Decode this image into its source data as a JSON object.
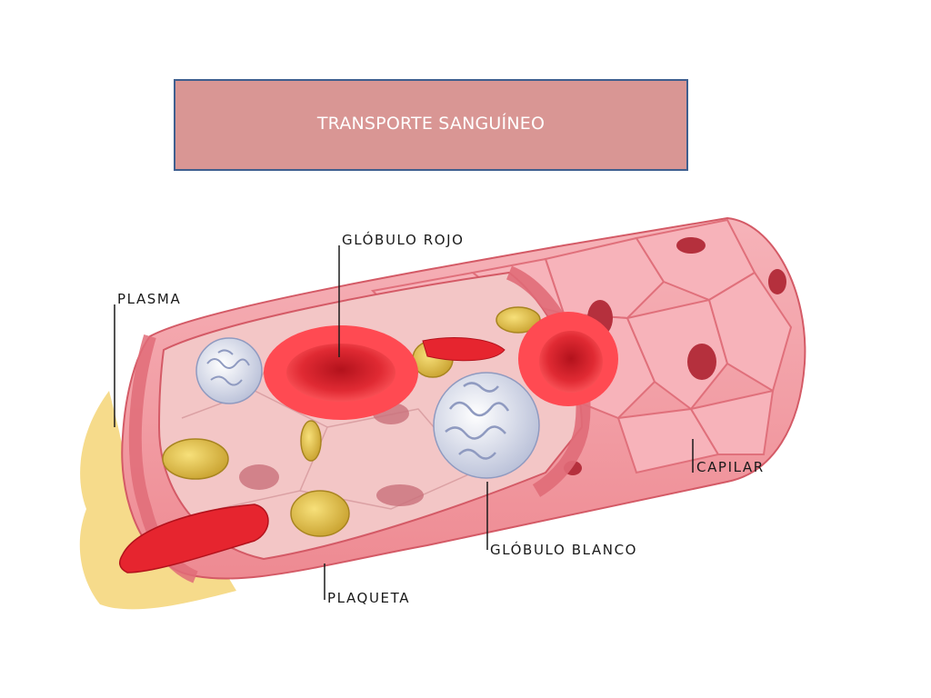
{
  "title": "TRANSPORTE SANGUÍNEO",
  "colors": {
    "title_fill": "#d99694",
    "title_border": "#3f5f8f",
    "vessel_wall": "#ee7f86",
    "vessel_inner": "#f3c6c6",
    "cell_pink": "#f7a8b0",
    "red_cell": "#d81e2a",
    "platelet": "#e8c44e",
    "white_cell": "#eef0f8",
    "plasma": "#f5d77e"
  },
  "labels": {
    "globulo_rojo": "GLÓBULO ROJO",
    "plasma": "PLASMA",
    "capilar": "CAPILAR",
    "globulo_blanco": "GLÓBULO BLANCO",
    "plaqueta": "PLAQUETA"
  }
}
